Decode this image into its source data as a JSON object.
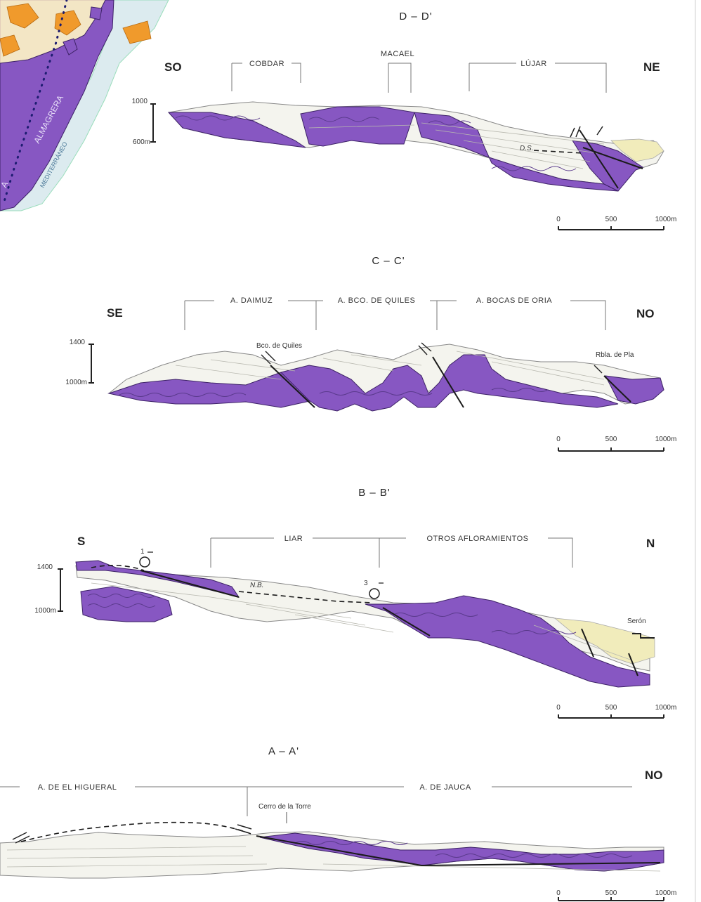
{
  "map": {
    "labels": [
      "ALMAGRERA",
      "MEDITERRÁNEO",
      "A"
    ]
  },
  "sections": {
    "dd": {
      "title": "D – D'",
      "left": "SO",
      "right": "NE",
      "areas": [
        "COBDAR",
        "MACAEL",
        "LÚJAR"
      ],
      "elev_top": "1000",
      "elev_bottom": "600m",
      "fault_label": "D.S.",
      "scale": [
        "0",
        "500",
        "1000m"
      ]
    },
    "cc": {
      "title": "C – C'",
      "left": "SE",
      "right": "NO",
      "areas": [
        "A. DAIMUZ",
        "A. BCO. DE QUILES",
        "A. BOCAS DE ORIA"
      ],
      "elev_top": "1400",
      "elev_bottom": "1000m",
      "places": [
        "Bco. de Quiles",
        "Rbla. de Pla"
      ],
      "scale": [
        "0",
        "500",
        "1000m"
      ]
    },
    "bb": {
      "title": "B – B'",
      "left": "S",
      "right": "N",
      "areas": [
        "LIAR",
        "OTROS AFLORAMIENTOS"
      ],
      "elev_top": "1400",
      "elev_bottom": "1000m",
      "fault_label": "N.B.",
      "symbols": [
        "1",
        "3"
      ],
      "place": "Serón",
      "scale": [
        "0",
        "500",
        "1000m"
      ]
    },
    "aa": {
      "title": "A – A'",
      "right": "NO",
      "areas": [
        "A. DE EL HIGUERAL",
        "A. DE JAUCA"
      ],
      "place": "Cerro de la Torre",
      "scale": [
        "0",
        "500",
        "1000m"
      ]
    }
  },
  "colors": {
    "metamorphic": "#8757c2",
    "carbonate": "#f4f4ee",
    "neogene": "#f1ecbb",
    "map_orange": "#f09a2c",
    "map_cream": "#f3e6c5",
    "sea": "#cfe3ea"
  }
}
